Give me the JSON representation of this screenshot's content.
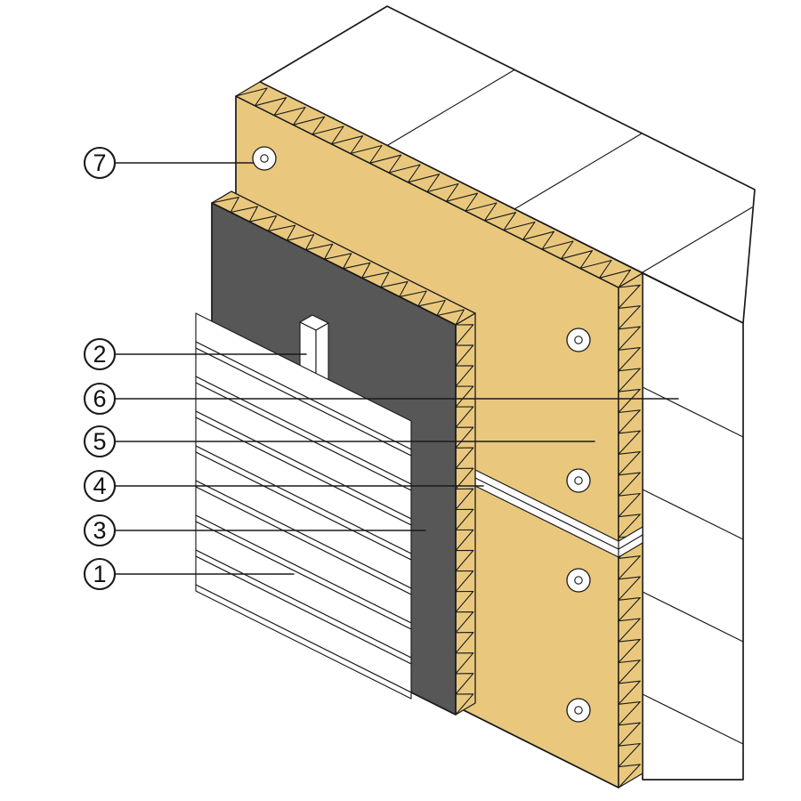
{
  "diagram": {
    "callouts": [
      {
        "label": "7"
      },
      {
        "label": "2"
      },
      {
        "label": "6"
      },
      {
        "label": "5"
      },
      {
        "label": "4"
      },
      {
        "label": "3"
      },
      {
        "label": "1"
      }
    ],
    "colors": {
      "insulation": "#e9c87e",
      "sheathing_board": "#575757",
      "cladding": "#ffffff",
      "masonry": "#ffffff",
      "line": "#1a1a1a",
      "background": "#ffffff"
    }
  }
}
